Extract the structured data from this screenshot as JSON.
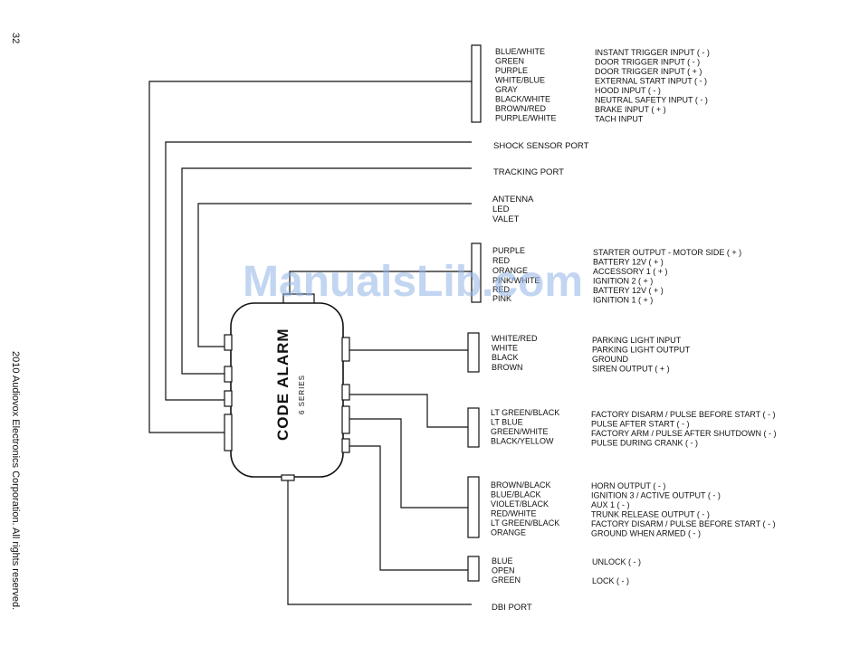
{
  "page_number": "32",
  "copyright": "2010 Audiovox Electronics Corporation. All rights reserved.",
  "watermark": "ManualsLib.com",
  "module": {
    "brand": "CODE ALARM",
    "series": "6 SERIES"
  },
  "groups": {
    "inputs": {
      "wires": [
        "BLUE/WHITE",
        "GREEN",
        "PURPLE",
        "WHITE/BLUE",
        "GRAY",
        "BLACK/WHITE",
        "BROWN/RED",
        "PURPLE/WHITE"
      ],
      "functions": [
        "INSTANT TRIGGER INPUT ( - )",
        "DOOR TRIGGER INPUT ( - )",
        "DOOR TRIGGER INPUT ( + )",
        "EXTERNAL START INPUT ( - )",
        "HOOD INPUT ( - )",
        "NEUTRAL SAFETY INPUT ( - )",
        "BRAKE INPUT ( + )",
        "TACH INPUT"
      ]
    },
    "shock": {
      "label": "SHOCK SENSOR PORT"
    },
    "tracking": {
      "label": "TRACKING PORT"
    },
    "antenna": {
      "labels": [
        "ANTENNA",
        "LED",
        "VALET"
      ]
    },
    "power": {
      "wires": [
        "PURPLE",
        "RED",
        "ORANGE",
        "PINK/WHITE",
        "RED",
        "PINK"
      ],
      "functions": [
        "STARTER OUTPUT - MOTOR SIDE ( + )",
        "BATTERY 12V ( + )",
        "ACCESSORY 1 ( + )",
        "IGNITION 2 ( + )",
        "BATTERY 12V ( + )",
        "IGNITION 1 ( + )"
      ]
    },
    "lights": {
      "wires": [
        "WHITE/RED",
        "WHITE",
        "BLACK",
        "BROWN"
      ],
      "functions": [
        "PARKING LIGHT INPUT",
        "PARKING LIGHT OUTPUT",
        "GROUND",
        "SIREN OUTPUT ( + )"
      ]
    },
    "factory": {
      "wires": [
        "LT GREEN/BLACK",
        "LT BLUE",
        "GREEN/WHITE",
        "BLACK/YELLOW"
      ],
      "functions": [
        "FACTORY DISARM / PULSE BEFORE START ( - )",
        "PULSE AFTER START ( - )",
        "FACTORY ARM / PULSE AFTER SHUTDOWN ( - )",
        "PULSE DURING CRANK ( - )"
      ]
    },
    "aux": {
      "wires": [
        "BROWN/BLACK",
        "BLUE/BLACK",
        "VIOLET/BLACK",
        "RED/WHITE",
        "LT GREEN/BLACK",
        "ORANGE"
      ],
      "functions": [
        "HORN OUTPUT ( - )",
        "IGNITION 3 / ACTIVE OUTPUT ( - )",
        "AUX 1 ( - )",
        "TRUNK RELEASE OUTPUT ( - )",
        "FACTORY DISARM / PULSE BEFORE START ( - )",
        "GROUND WHEN ARMED ( - )"
      ]
    },
    "locks": {
      "wires": [
        "BLUE",
        "OPEN",
        "GREEN"
      ],
      "functions": [
        "UNLOCK ( - )",
        "",
        "LOCK ( - )"
      ]
    },
    "dbi": {
      "label": "DBI PORT"
    }
  }
}
